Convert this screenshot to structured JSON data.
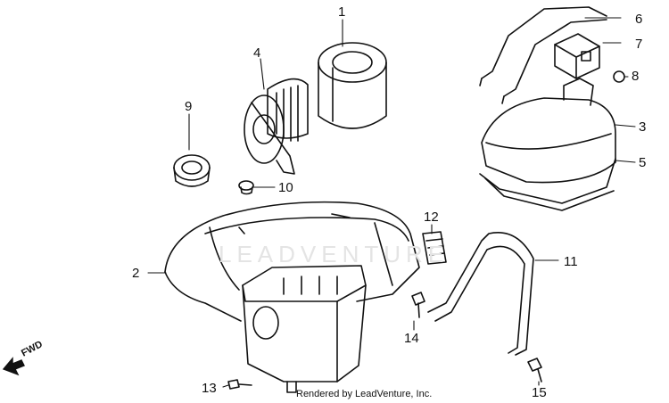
{
  "diagram": {
    "callouts": [
      {
        "id": "1",
        "label": "1"
      },
      {
        "id": "2",
        "label": "2"
      },
      {
        "id": "3",
        "label": "3"
      },
      {
        "id": "4",
        "label": "4"
      },
      {
        "id": "5",
        "label": "5"
      },
      {
        "id": "6",
        "label": "6"
      },
      {
        "id": "7",
        "label": "7"
      },
      {
        "id": "8",
        "label": "8"
      },
      {
        "id": "9",
        "label": "9"
      },
      {
        "id": "10",
        "label": "10"
      },
      {
        "id": "11",
        "label": "11"
      },
      {
        "id": "12",
        "label": "12"
      },
      {
        "id": "13",
        "label": "13"
      },
      {
        "id": "14",
        "label": "14"
      },
      {
        "id": "15",
        "label": "15"
      }
    ],
    "direction_label": "FWD",
    "credit": "Rendered by LeadVenture, Inc.",
    "watermark": "LEADVENTURE"
  }
}
